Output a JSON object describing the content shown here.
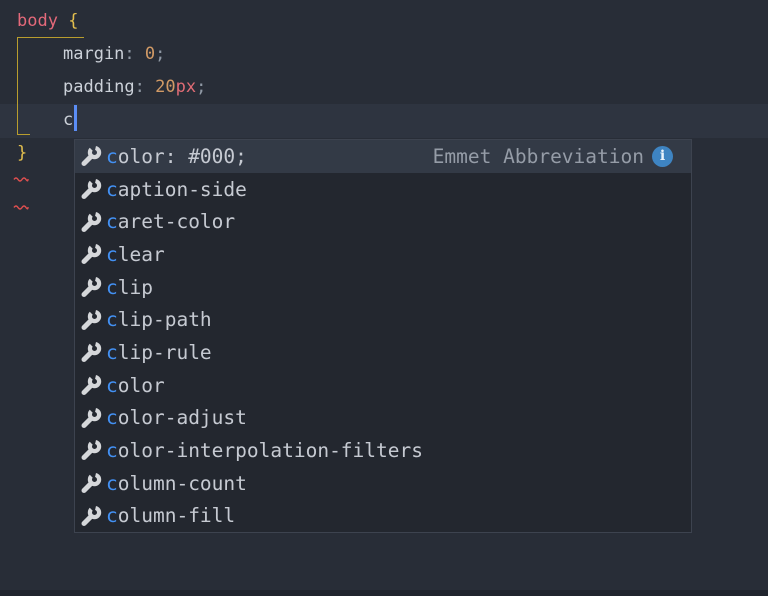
{
  "colors": {
    "editor_background": "#282d37",
    "line_highlight": "#2e3440",
    "dropdown_background": "#23272f",
    "selected_row_background": "#333a46",
    "match_highlight_blue": "#4391f4",
    "cursor_blue": "#5b8df5",
    "bracket_yellow": "#e3bf4e",
    "guide_yellow": "#b89d2e",
    "selector_red": "#e4697a",
    "number_orange": "#d19a66",
    "unit_red": "#e06c75",
    "error_squiggle_red": "#dd4f4f",
    "info_icon_blue": "#3e84c2",
    "wrench_gray": "#d5d7da"
  },
  "editor": {
    "language": "css",
    "code_lines": [
      {
        "indent": false,
        "tokens": [
          {
            "text": "body",
            "type": "selector"
          },
          {
            "text": " ",
            "type": "plain"
          },
          {
            "text": "{",
            "type": "brace"
          }
        ]
      },
      {
        "indent": true,
        "tokens": [
          {
            "text": "margin",
            "type": "property"
          },
          {
            "text": ":",
            "type": "punct"
          },
          {
            "text": " ",
            "type": "plain"
          },
          {
            "text": "0",
            "type": "number"
          },
          {
            "text": ";",
            "type": "punct"
          }
        ]
      },
      {
        "indent": true,
        "tokens": [
          {
            "text": "padding",
            "type": "property"
          },
          {
            "text": ":",
            "type": "punct"
          },
          {
            "text": " ",
            "type": "plain"
          },
          {
            "text": "20",
            "type": "number"
          },
          {
            "text": "px",
            "type": "unit"
          },
          {
            "text": ";",
            "type": "punct"
          }
        ]
      },
      {
        "indent": true,
        "has_cursor": true,
        "tokens": [
          {
            "text": "c",
            "type": "plain"
          }
        ]
      },
      {
        "indent": false,
        "tokens": [
          {
            "text": "}",
            "type": "brace"
          }
        ]
      }
    ],
    "error_squiggles": 2
  },
  "autocomplete": {
    "info_icon_glyph": "i",
    "items": [
      {
        "icon": "wrench-icon",
        "match": "c",
        "rest": "olor: #000;",
        "detail": "Emmet Abbreviation",
        "has_info_icon": true,
        "selected": true
      },
      {
        "icon": "wrench-icon",
        "match": "c",
        "rest": "aption-side"
      },
      {
        "icon": "wrench-icon",
        "match": "c",
        "rest": "aret-color"
      },
      {
        "icon": "wrench-icon",
        "match": "c",
        "rest": "lear"
      },
      {
        "icon": "wrench-icon",
        "match": "c",
        "rest": "lip"
      },
      {
        "icon": "wrench-icon",
        "match": "c",
        "rest": "lip-path"
      },
      {
        "icon": "wrench-icon",
        "match": "c",
        "rest": "lip-rule"
      },
      {
        "icon": "wrench-icon",
        "match": "c",
        "rest": "olor"
      },
      {
        "icon": "wrench-icon",
        "match": "c",
        "rest": "olor-adjust"
      },
      {
        "icon": "wrench-icon",
        "match": "c",
        "rest": "olor-interpolation-filters"
      },
      {
        "icon": "wrench-icon",
        "match": "c",
        "rest": "olumn-count"
      },
      {
        "icon": "wrench-icon",
        "match": "c",
        "rest": "olumn-fill"
      }
    ]
  }
}
